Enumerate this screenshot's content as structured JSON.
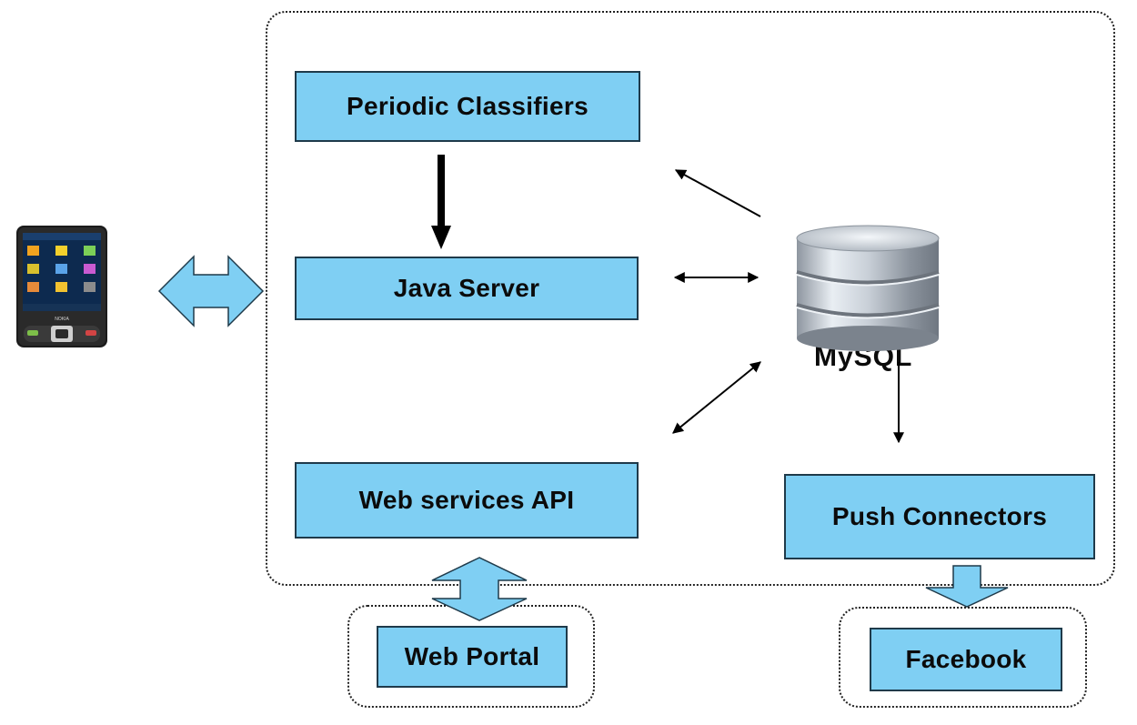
{
  "diagram": {
    "components": {
      "periodic_classifiers": "Periodic Classifiers",
      "java_server": "Java Server",
      "web_services_api": "Web services API",
      "push_connectors": "Push Connectors",
      "web_portal": "Web Portal",
      "facebook": "Facebook",
      "database": "MySQL"
    },
    "device": {
      "type": "mobile-phone",
      "brand_mark": "NOKIA"
    }
  },
  "colors": {
    "box_fill": "#7fcff3",
    "box_border": "#1f3a4a",
    "connector_fill": "#7fcff3",
    "connector_stroke": "#1f3a4a"
  }
}
